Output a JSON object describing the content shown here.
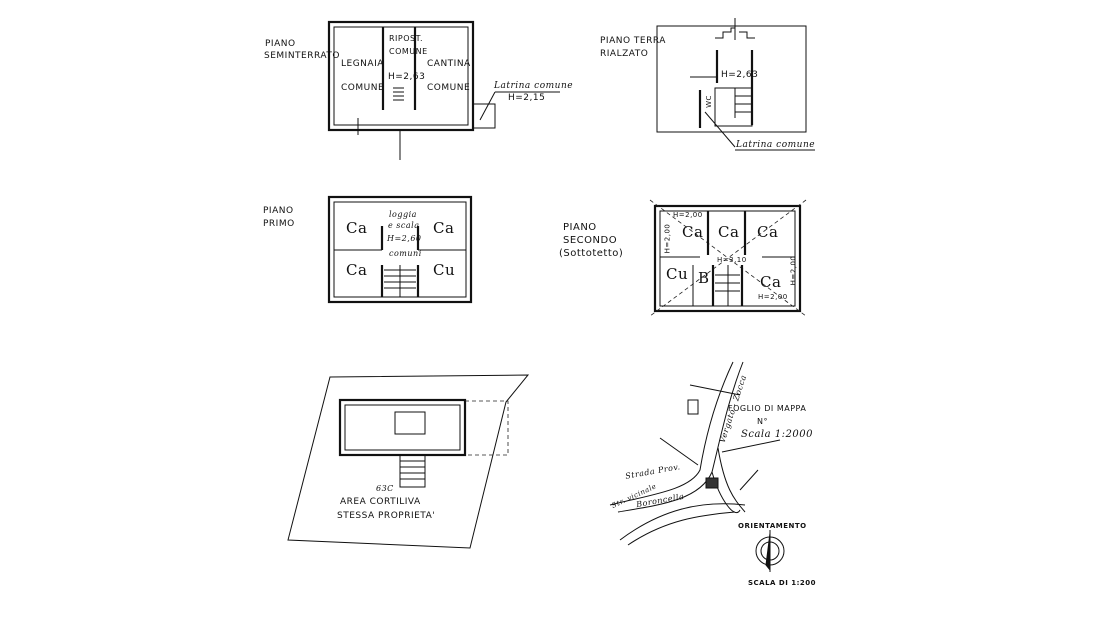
{
  "seminterrato": {
    "title1": "PIANO",
    "title2": "SEMINTERRATO",
    "rooms": [
      {
        "l1": "LEGNAIA",
        "l2": "COMUNE"
      },
      {
        "l1": "RIPOST.",
        "l2": "COMUNE"
      },
      {
        "l1": "CANTINA",
        "l2": "COMUNE"
      }
    ],
    "height": "H=2,63",
    "latrina": "Latrina comune",
    "latrina_height": "H=2,15"
  },
  "terra": {
    "title1": "PIANO TERRA",
    "title2": "RIALZATO",
    "height": "H=2,63",
    "wc": "WC",
    "latrina": "Latrina comune"
  },
  "primo": {
    "title1": "PIANO",
    "title2": "PRIMO",
    "rooms": [
      "Ca",
      "Ca",
      "Ca",
      "Cu"
    ],
    "loggia": [
      "loggia",
      "e scala",
      "H=2,60",
      "comuni"
    ]
  },
  "secondo": {
    "title1": "PIANO",
    "title2": "SECONDO",
    "title3": "(Sottotetto)",
    "rooms": [
      "Ca",
      "Ca",
      "Ca",
      "Cu",
      "B",
      "Ca"
    ],
    "heights": [
      "H=2,00",
      "H=3,10",
      "H=2,00",
      "H=2,00",
      "H=2,00"
    ]
  },
  "site": {
    "parcel": "63C",
    "line1": "AREA CORTILIVA",
    "line2": "STESSA PROPRIETA'"
  },
  "map": {
    "road1": "Vergato - Zocca",
    "road2": "Strada Prov.",
    "road3": "Str. vicinale",
    "road4": "Boroncella",
    "foglio": "FOGLIO DI MAPPA",
    "numero": "N°",
    "scala": "Scala 1:2000"
  },
  "orientamento": {
    "label": "ORIENTAMENTO",
    "scala": "SCALA DI 1:200"
  }
}
